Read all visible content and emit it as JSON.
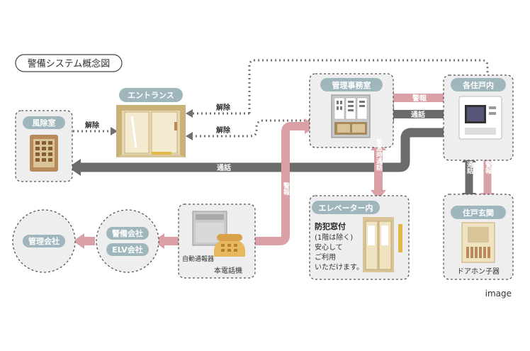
{
  "title": "警備システム概念図",
  "caption": "image",
  "nodes": {
    "furyoshitsu": "風除室",
    "entrance": "エントランス",
    "kanri_jimushitsu": "管理事務室",
    "kaku_jukonai": "各住戸内",
    "elevator": "エレベーター内",
    "jukogenkan": "住戸玄関",
    "kanri_kaisha": "管理会社",
    "keibi_kaisha": "警備会社",
    "elv_kaisha": "ELV会社"
  },
  "arrows": {
    "kaijo_1": "解除",
    "kaijo_2": "解除",
    "kaijo_3": "解除",
    "keiho_1": "警報",
    "tsuwa_1": "通話",
    "tsuwa_main": "通話",
    "keiho_2": "警報",
    "kinkyuji_tsuwa": "緊急時通話",
    "tsuwa_vertical": "通話",
    "keiho_vertical": "警報"
  },
  "devices": {
    "jido_tsuhoki": "自動通報器",
    "hon_denwaki": "本電話機",
    "door_hon_koki": "ドアホン子器"
  },
  "elevator_text": {
    "heading": "防犯窓付",
    "note": "(1階は除く)",
    "line1": "安心して",
    "line2": "ご利用",
    "line3": "いただけます。"
  },
  "colors": {
    "gray_arrow": "#6b6b6b",
    "pink_arrow": "#d9a0a6",
    "label_pill": "#9fb6bd",
    "box_fill": "#eeeeee",
    "dotted": "#707070",
    "beige": "#e8dcc0",
    "tan": "#b98b5a"
  }
}
